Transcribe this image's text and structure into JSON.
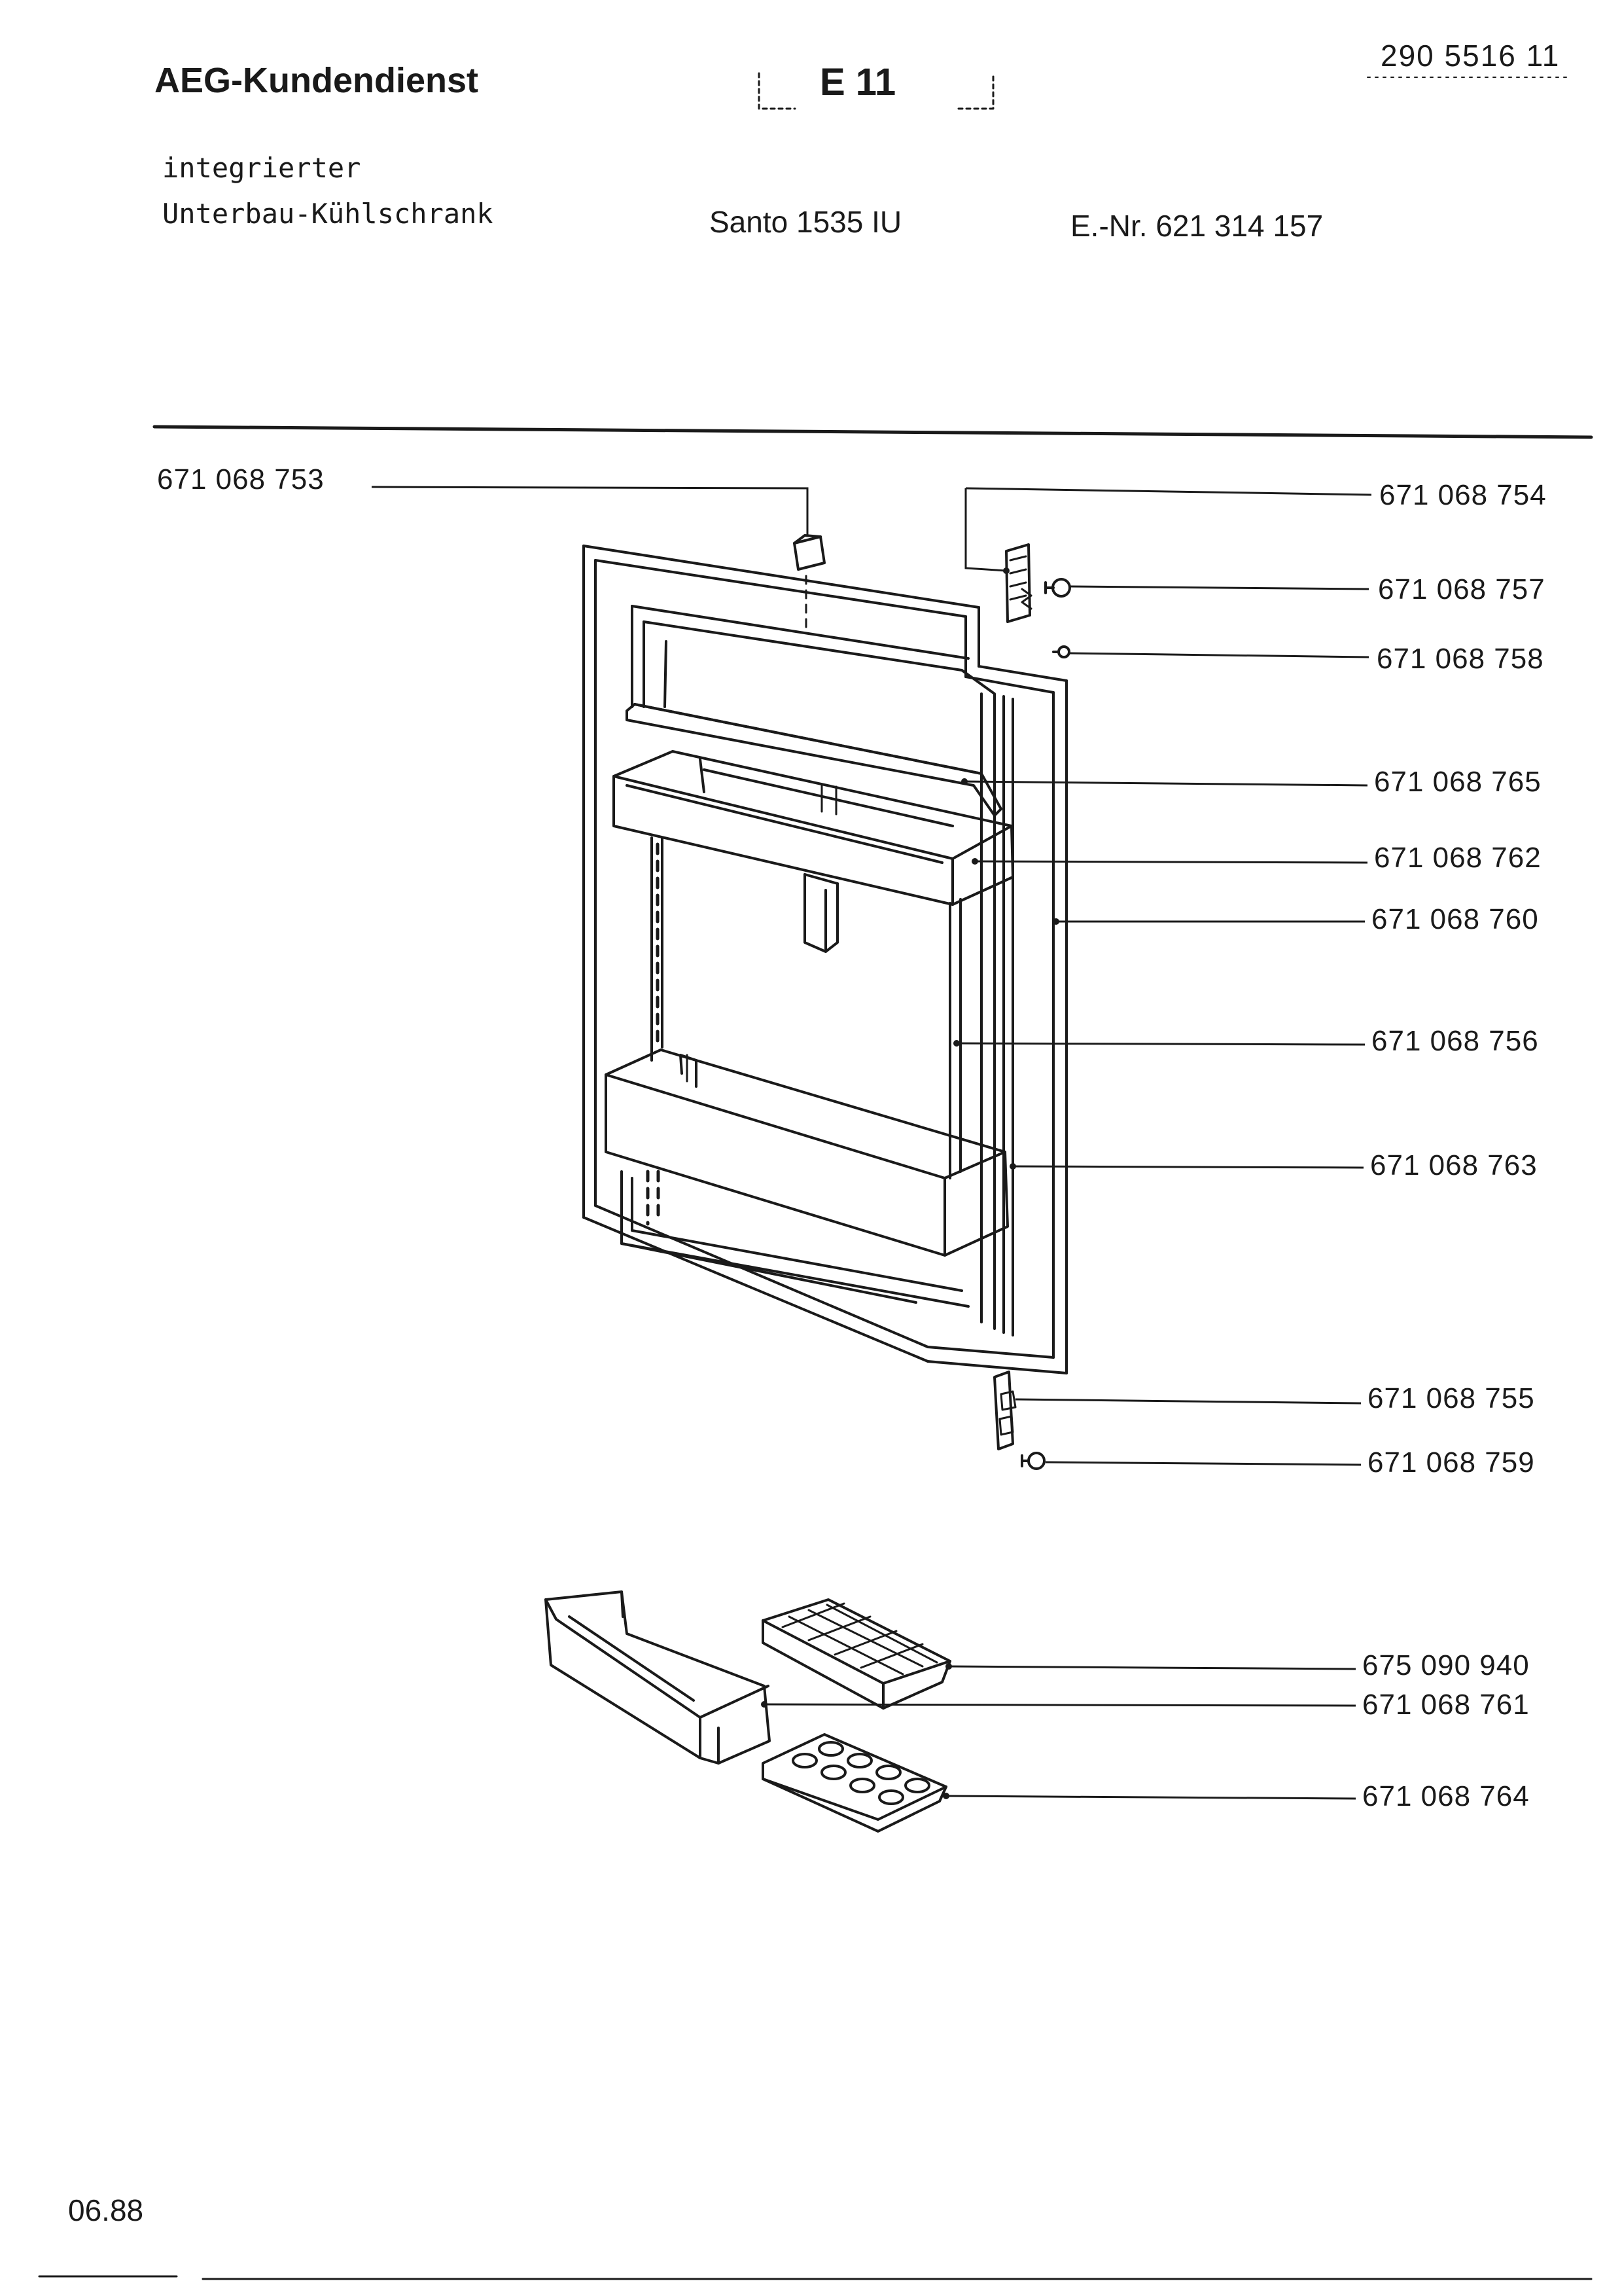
{
  "header": {
    "brand": "AEG-Kundendienst",
    "group_code": "E 11",
    "document_number": "290 5516 11"
  },
  "product": {
    "description_line1": "integrierter",
    "description_line2": "Unterbau-Kühlschrank",
    "model": "Santo 1535 IU",
    "e_number": "E.-Nr. 621 314 157"
  },
  "parts": [
    "671 068 753",
    "671 068 754",
    "671 068 757",
    "671 068 758",
    "671 068 765",
    "671 068 762",
    "671 068 760",
    "671 068 756",
    "671 068 763",
    "671 068 755",
    "671 068 759",
    "675 090 940",
    "671 068 761",
    "671 068 764"
  ],
  "footer": {
    "date": "06.88"
  }
}
